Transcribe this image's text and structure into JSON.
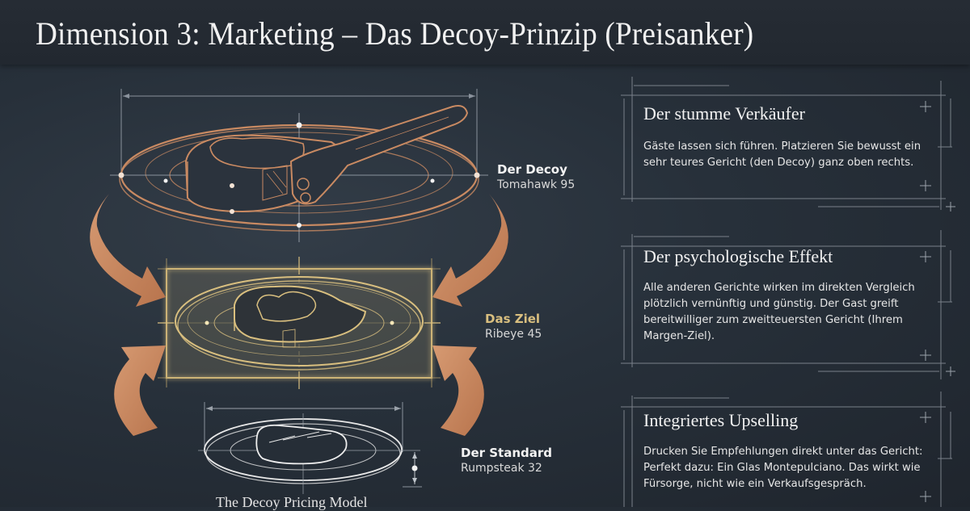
{
  "header": {
    "title": "Dimension 3: Marketing – Das Decoy-Prinzip (Preisanker)"
  },
  "diagram": {
    "caption": "The Decoy Pricing Model",
    "tiers": [
      {
        "role": "Der Decoy",
        "dish": "Tomahawk 95",
        "icon": "tomahawk-steak-plate-icon",
        "color": "#c98a62"
      },
      {
        "role": "Das Ziel",
        "dish": "Ribeye 45",
        "icon": "ribeye-steak-plate-icon",
        "color": "#d9bf7f",
        "highlighted": true
      },
      {
        "role": "Der Standard",
        "dish": "Rumpsteak 32",
        "icon": "rumpsteak-plate-icon",
        "color": "#e8e8e8"
      }
    ],
    "arrows": {
      "count": 4,
      "direction": "converging-on-target",
      "color": "#c4825a"
    }
  },
  "cards": [
    {
      "title": "Der stumme Verkäufer",
      "body": "Gäste lassen sich führen. Platzieren Sie bewusst ein sehr teures Gericht (den Decoy) ganz oben rechts."
    },
    {
      "title": "Der psychologische Effekt",
      "body": "Alle anderen Gerichte wirken im direkten Vergleich plötzlich vernünftig und günstig. Der Gast greift bereitwilliger zum zweitteuersten Gericht (Ihrem Margen-Ziel)."
    },
    {
      "title": "Integriertes Upselling",
      "body": "Drucken Sie Empfehlungen direkt unter das Gericht: Perfekt dazu: Ein Glas Montepulciano. Das wirkt wie Fürsorge, nicht wie ein Verkaufsgespräch."
    }
  ],
  "colors": {
    "background": "#27303a",
    "copper": "#c98a62",
    "gold": "#d9bf7f",
    "line": "#8a929c",
    "text": "#f2f2f2"
  }
}
